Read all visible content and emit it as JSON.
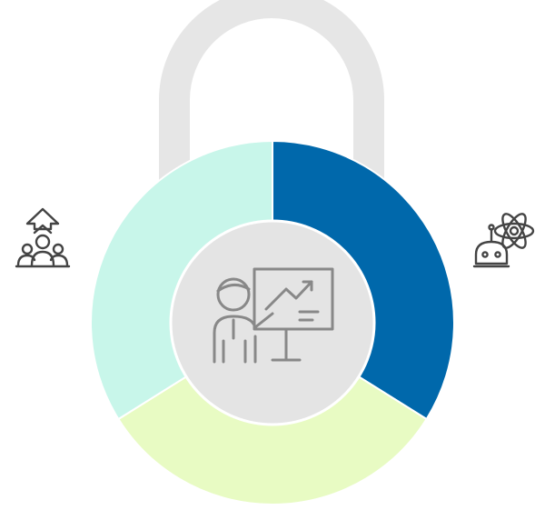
{
  "colors": {
    "background": "#ffffff",
    "shackle": "#e6e6e6",
    "segment_top_right": "#0068ab",
    "segment_left": "#c8f6ea",
    "segment_bottom": "#e8fbc3",
    "center_disc": "#e4e4e4",
    "icon_stroke": "#888888",
    "side_icon_stroke": "#444444"
  },
  "diagram": {
    "type": "padlock-ring",
    "segments": [
      {
        "id": "top-right",
        "color": "#0068ab"
      },
      {
        "id": "bottom",
        "color": "#e8fbc3"
      },
      {
        "id": "left",
        "color": "#c8f6ea"
      }
    ]
  },
  "icons": {
    "center": "presenter-board-icon",
    "left": "team-growth-icon",
    "right": "robot-atom-icon"
  }
}
